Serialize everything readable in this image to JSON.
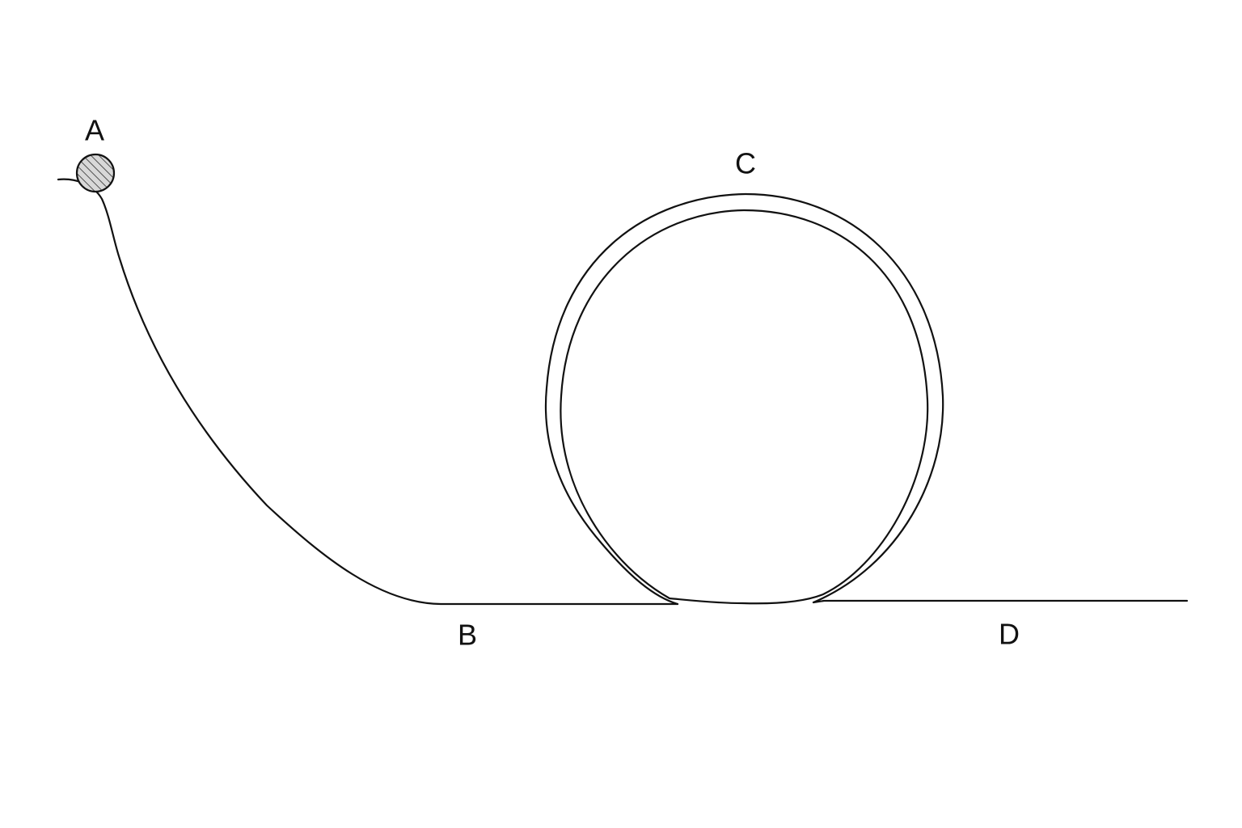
{
  "labels": {
    "a": "A",
    "b": "B",
    "c": "C",
    "d": "D"
  },
  "colors": {
    "line": "#111111",
    "background": "#ffffff",
    "ball_fill": "#d8d8d8",
    "ball_hatch": "#222222"
  },
  "ball": {
    "pattern": "diagonal-hatch"
  }
}
